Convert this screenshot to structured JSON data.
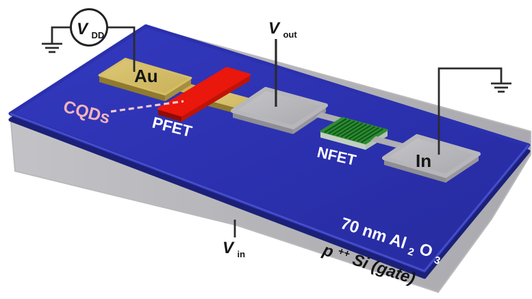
{
  "figure": {
    "title": "CQD CMOS inverter device schematic",
    "background": "#ffffff",
    "labels": {
      "vdd": {
        "base": "V",
        "sub": "DD"
      },
      "vout": {
        "base": "V",
        "sub": "out"
      },
      "vin": {
        "base": "V",
        "sub": "in"
      },
      "au_pad": "Au",
      "in_pad": "In",
      "cqds": "CQDs",
      "pfet": "PFET",
      "nfet": "NFET",
      "oxide": {
        "seg1": "70 nm Al",
        "sub1": "2",
        "seg2": "O",
        "sub2": "3"
      },
      "substrate": {
        "seg1": "p",
        "sup": "++",
        "seg2": " Si (gate)"
      }
    },
    "colors": {
      "oxide_blue_top": "#2b30ae",
      "oxide_blue_bevel": "#1b2078",
      "substrate_gray": "#b9b9bd",
      "gold": "#d5be66",
      "gold_side": "#8f7a30",
      "pfet_red": "#ea170c",
      "nfet_green": "#2f8c33",
      "nfet_stripe": "#0f5a18",
      "electrode_gray": "#b7b7bb",
      "electrode_gray_side": "#8e8e94",
      "cqds_pink": "#f4b3bb",
      "wire_dark": "#2b2b2b",
      "label_white": "#ffffff",
      "label_black": "#141414"
    }
  }
}
